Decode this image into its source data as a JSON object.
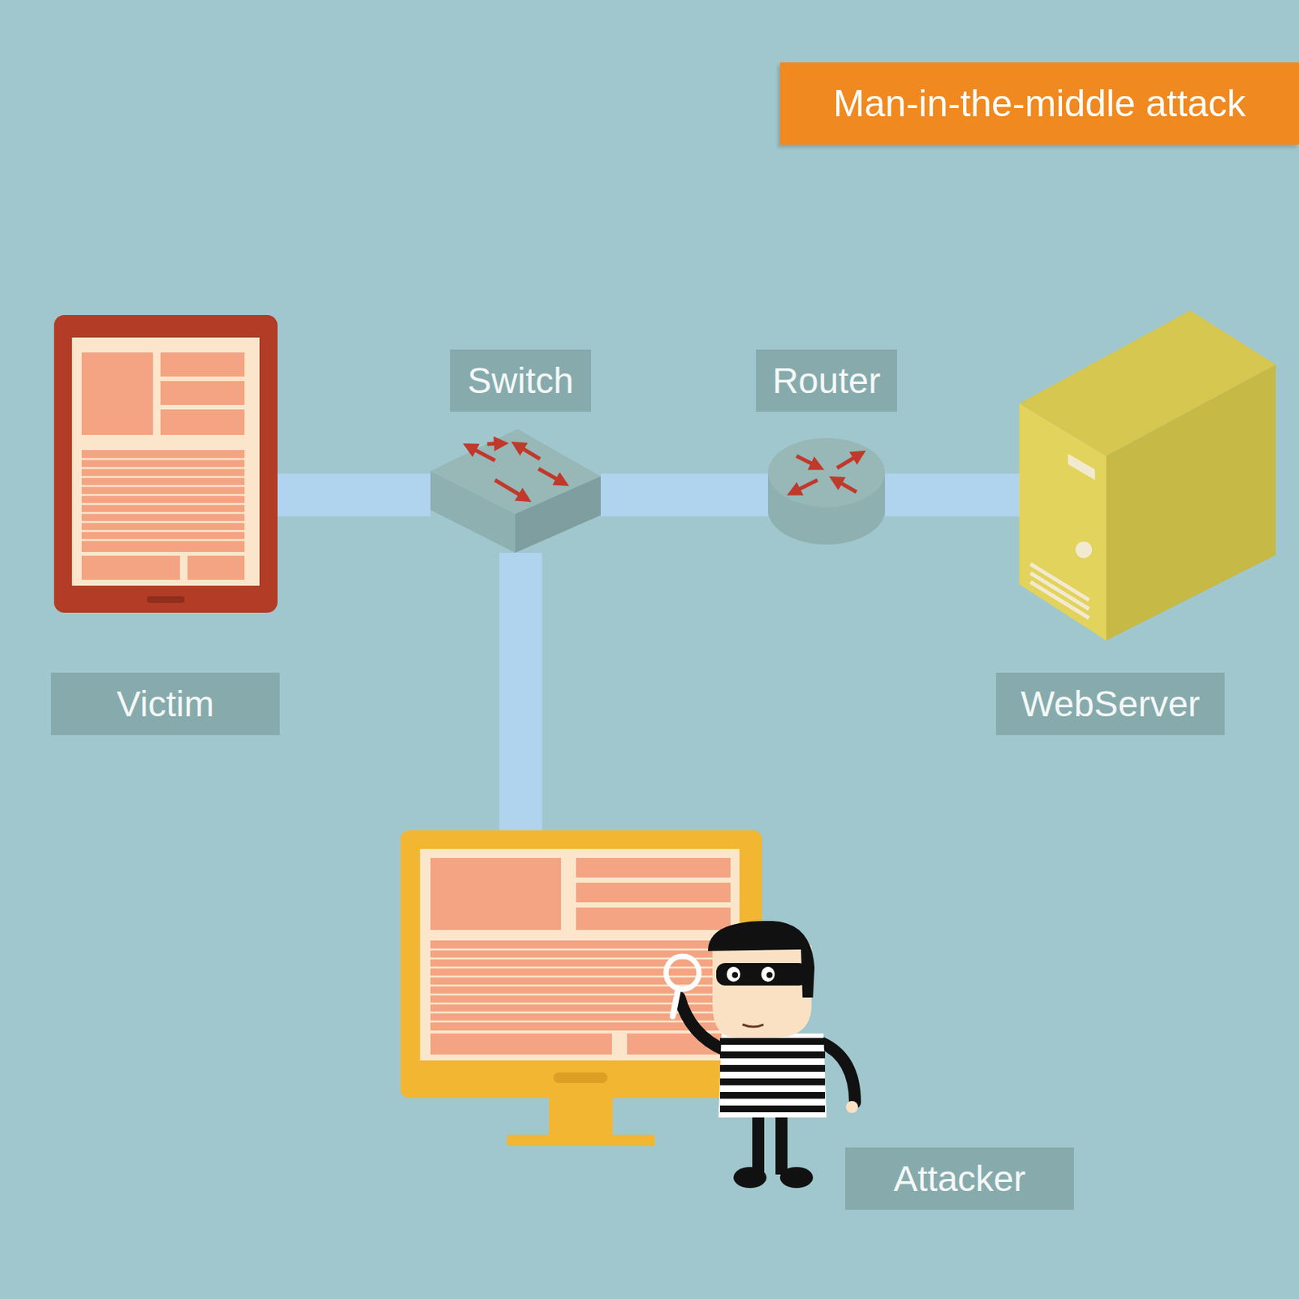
{
  "diagram": {
    "title": "Man-in-the-middle attack",
    "nodes": [
      {
        "text": [
          "Victim"
        ]
      },
      {
        "text": [
          "Switch"
        ]
      },
      {
        "text": [
          "Router"
        ]
      },
      {
        "text": [
          "WebServer"
        ]
      },
      {
        "text": [
          "Attacker"
        ]
      }
    ],
    "edges": [
      {
        "from": 0,
        "to": 1,
        "arrow": "none"
      },
      {
        "from": 1,
        "to": 2,
        "arrow": "none"
      },
      {
        "from": 2,
        "to": 3,
        "arrow": "none"
      },
      {
        "from": 1,
        "to": 4,
        "arrow": "none"
      }
    ]
  }
}
